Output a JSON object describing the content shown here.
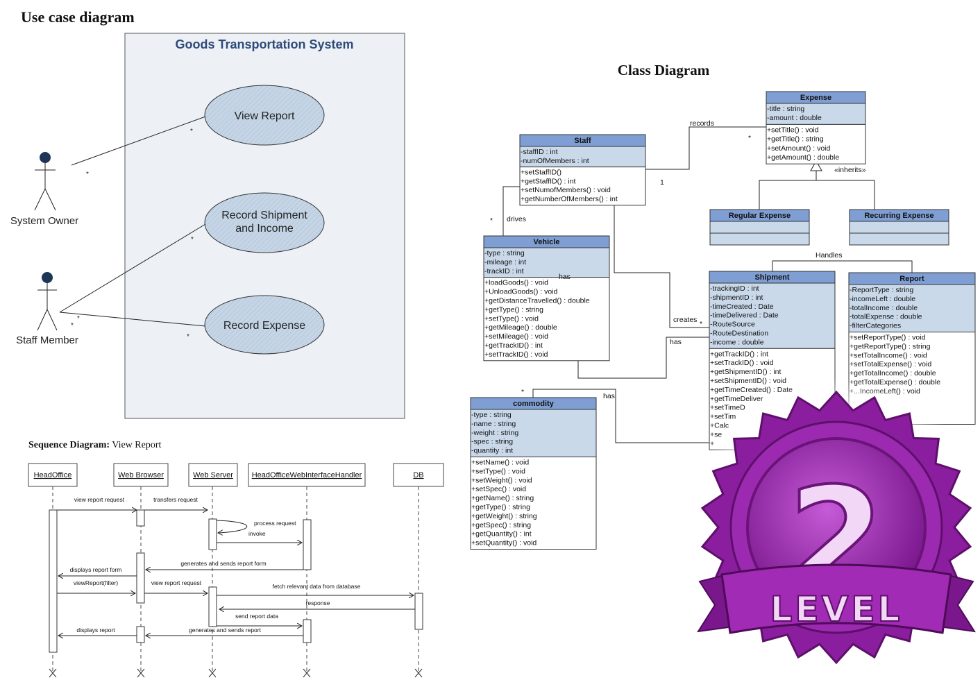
{
  "use_case": {
    "heading": "Use case diagram",
    "system_title": "Goods Transportation System",
    "use_cases": [
      "View Report",
      "Record Shipment",
      "and Income",
      "Record Expense"
    ],
    "actors": [
      "System Owner",
      "Staff Member"
    ],
    "multiplicity": "*"
  },
  "class_diagram": {
    "heading": "Class Diagram",
    "classes": [
      {
        "name": "Expense",
        "attrs": [
          "-title : string",
          "-amount : double"
        ],
        "ops": [
          "+setTitle() : void",
          "+getTitle() : string",
          "+setAmount() : void",
          "+getAmount() : double"
        ]
      },
      {
        "name": "Staff",
        "attrs": [
          "-staffID : int",
          "-numOfMembers : int"
        ],
        "ops": [
          "+setStaffID()",
          "+getStaffID() : int",
          "+setNumofMembers() : void",
          "+getNumberOfMembers() : int"
        ]
      },
      {
        "name": "Regular Expense",
        "attrs": [],
        "ops": []
      },
      {
        "name": "Recurring Expense",
        "attrs": [],
        "ops": []
      },
      {
        "name": "Vehicle",
        "attrs": [
          "-type : string",
          "-mileage : int",
          "-trackID : int"
        ],
        "ops": [
          "+loadGoods() : void",
          "+UnloadGoods() : void",
          "+getDistanceTravelled() : double",
          "+getType() : string",
          "+setType() : void",
          "+getMileage() : double",
          "+setMileage() : void",
          "+getTrackID() : int",
          "+setTrackID() : void"
        ]
      },
      {
        "name": "Shipment",
        "attrs": [
          "-trackingID : int",
          "-shipmentID : int",
          "-timeCreated : Date",
          "-timeDelivered : Date",
          "-RouteSource",
          "-RouteDestination",
          "-income : double"
        ],
        "ops": [
          "+getTrackID() : int",
          "+setTrackID() : void",
          "+getShipmentID() : int",
          "+setShipmentID() : void",
          "+getTimeCreated() : Date",
          "+getTimeDeliver",
          "+setTimeD",
          "+setTim",
          "+Calc",
          "+se",
          "+"
        ]
      },
      {
        "name": "Report",
        "attrs": [
          "-ReportType : string",
          "-incomeLeft : double",
          "-totalIncome : double",
          "-totalExpense : double",
          "-filterCategories"
        ],
        "ops": [
          "+setReportType() : void",
          "+getReportType() : string",
          "+setTotalIncome() : void",
          "+setTotalExpense() : void",
          "+getTotalIncome() : double",
          "+getTotalExpense() : double",
          "+...IncomeLeft() : void"
        ]
      },
      {
        "name": "commodity",
        "attrs": [
          "-type : string",
          "-name : string",
          "-weight : string",
          "-spec : string",
          "-quantity : int"
        ],
        "ops": [
          "+setName() : void",
          "+setType() : void",
          "+setWeight() : void",
          "+setSpec() : void",
          "+getName() : string",
          "+getType() : string",
          "+getWeight() : string",
          "+getSpec() : string",
          "+getQuantity() : int",
          "+setQuantity() : void"
        ]
      }
    ],
    "labels": {
      "records": "records",
      "one": "1",
      "star": "*",
      "inherits": "«inherits»",
      "drives": "drives",
      "has": "has",
      "handles": "Handles",
      "creates": "creates"
    }
  },
  "sequence": {
    "heading_bold": "Sequence Diagram:",
    "heading_rest": " View Report",
    "lifelines": [
      "HeadOffice",
      "Web Browser",
      "Web Server",
      "HeadOfficeWebInterfaceHandler",
      "DB"
    ],
    "messages": [
      "view report request",
      "transfers request",
      "process request",
      "invoke",
      "generates and sends report form",
      "displays report form",
      "viewReport(filter)",
      "view report request",
      "fetch relevant data from database",
      "response",
      "send report data",
      "displays report",
      "generates and sends report"
    ]
  },
  "badge": {
    "number": "2",
    "text": "LEVEL",
    "colors": {
      "ring": "#8b1e9e",
      "inner": "#b33dc6",
      "ribbon": "#a12bb4",
      "number": "#f2d7f6"
    }
  }
}
